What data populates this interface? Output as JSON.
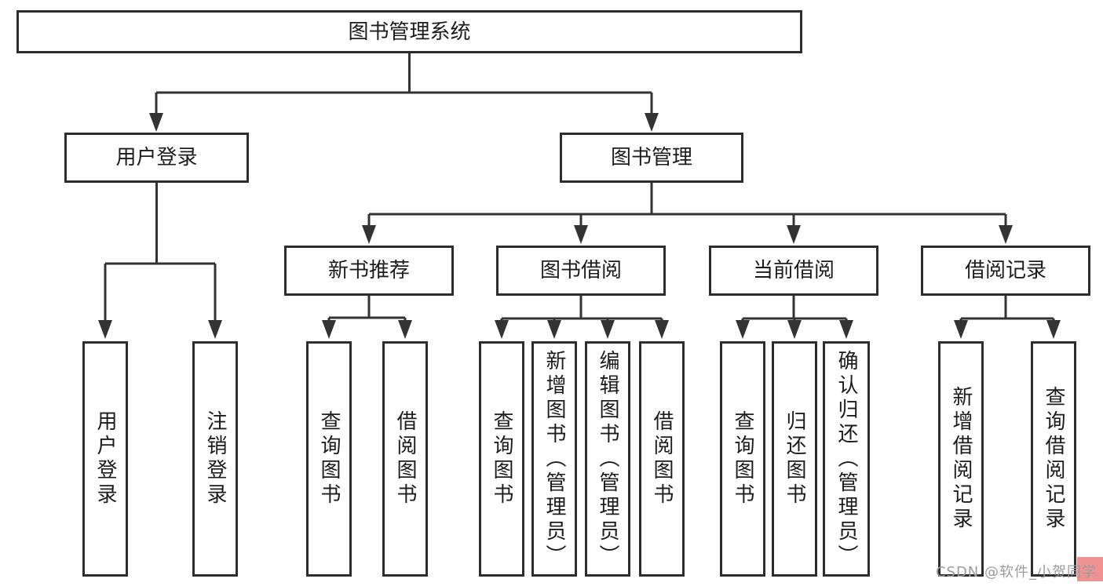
{
  "diagram": {
    "root": "图书管理系统",
    "level2": {
      "login": "用户登录",
      "management": "图书管理"
    },
    "level3": {
      "new_books": "新书推荐",
      "book_borrow": "图书借阅",
      "current_borrow": "当前借阅",
      "borrow_records": "借阅记录"
    },
    "leaves": {
      "login": [
        "用户登录",
        "注销登录"
      ],
      "new_books": [
        "查询图书",
        "借阅图书"
      ],
      "book_borrow": [
        "查询图书",
        "新增图书（管理员）",
        "编辑图书（管理员）",
        "借阅图书"
      ],
      "current_borrow": [
        "查询图书",
        "归还图书",
        "确认归还（管理员）"
      ],
      "borrow_records": [
        "新增借阅记录",
        "查询借阅记录"
      ]
    }
  },
  "watermark": {
    "text": "CSDN @软件_小贺同学",
    "text_color": "#9c9c9c",
    "highlight_color": "#f19292"
  },
  "colors": {
    "line": "#333333",
    "border": "#2d2d2d",
    "text": "#1c1c1c",
    "background": "#ffffff"
  }
}
